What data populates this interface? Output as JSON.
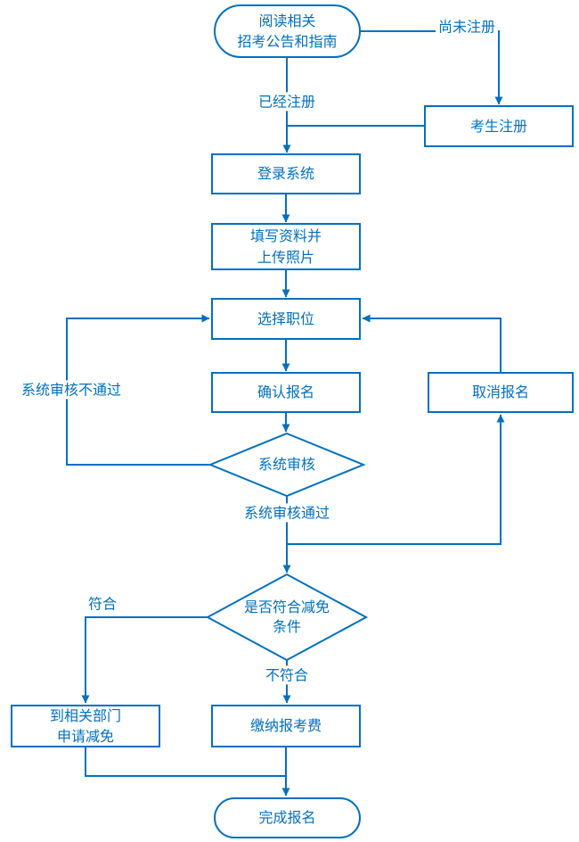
{
  "diagram": {
    "type": "flowchart",
    "colors": {
      "accent": "#0070C0",
      "background": "#FFFFFF"
    },
    "nodes": {
      "read_notice": {
        "label": "阅读相关\n招考公告和指南",
        "shape": "stadium"
      },
      "candidate_register": {
        "label": "考生注册",
        "shape": "rect"
      },
      "login": {
        "label": "登录系统",
        "shape": "rect"
      },
      "fill_info": {
        "label": "填写资料并\n上传照片",
        "shape": "rect"
      },
      "select_position": {
        "label": "选择职位",
        "shape": "rect"
      },
      "confirm_register": {
        "label": "确认报名",
        "shape": "rect"
      },
      "system_review": {
        "label": "系统审核",
        "shape": "diamond"
      },
      "cancel_register": {
        "label": "取消报名",
        "shape": "rect"
      },
      "fee_reduction_check": {
        "label": "是否符合减免\n条件",
        "shape": "diamond"
      },
      "apply_reduction": {
        "label": "到相关部门\n申请减免",
        "shape": "rect"
      },
      "pay_fee": {
        "label": "缴纳报考费",
        "shape": "rect"
      },
      "complete": {
        "label": "完成报名",
        "shape": "stadium"
      }
    },
    "edge_labels": {
      "not_registered": "尚未注册",
      "registered": "已经注册",
      "review_failed": "系统审核不通过",
      "review_passed": "系统审核通过",
      "meets": "符合",
      "not_meets": "不符合"
    }
  }
}
